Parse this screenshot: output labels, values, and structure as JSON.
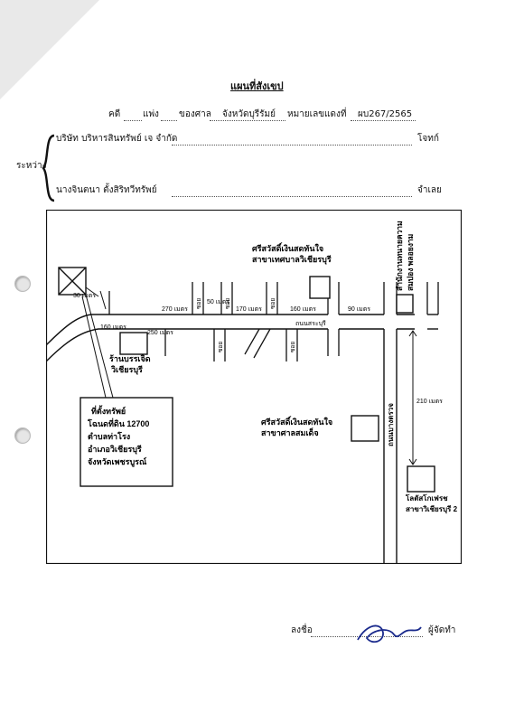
{
  "document": {
    "title": "แผนที่สังเขป",
    "case": {
      "prefix": "คดี",
      "case_type": "แพ่ง",
      "court_prefix": "ของศาล",
      "court": "จังหวัดบุรีรัมย์",
      "number_label": "หมายเลขแดงที่",
      "number": "ผบ267/2565"
    },
    "between_label": "ระหว่าง",
    "plaintiff": "บริษัท บริหารสินทรัพย์ เจ จำกัด",
    "plaintiff_role": "โจทก์",
    "defendant": "นางจินตนา ตั้งสิริทวีทรัพย์",
    "defendant_role": "จำเลย"
  },
  "map": {
    "labels": {
      "shop_left_line1": "ศรีสวัสดิ์เงินสดทันใจ",
      "shop_left_line2": "สาขาเทศบาลวิเชียรบุรี",
      "office_line1": "สำนักงานทนายความ",
      "office_line2": "สมปอง พลอยงาม",
      "store_line1": "ร้านบรรเจิด",
      "store_line2": "วิเชียรบุรี",
      "shop_mid_line1": "ศรีสวัสดิ์เงินสดทันใจ",
      "shop_mid_line2": "สาขาศาลสมเด็จ",
      "lotus_line1": "โลตัสโกเฟรช",
      "lotus_line2": "สาขาวิเชียรบุรี 2",
      "road_main": "ถนนสระบุรี",
      "road_vertical": "ถนนบางตรวจ",
      "soi": "ซอย",
      "unit": "เมตร"
    },
    "distances": {
      "d30": "30 เมตร",
      "d160a": "160 เมตร",
      "d250": "250 เมตร",
      "d270": "270 เมตร",
      "d50": "50 เมตร",
      "d170": "170 เมตร",
      "d160b": "160 เมตร",
      "d90": "90 เมตร",
      "d210": "210 เมตร"
    },
    "property_box": {
      "line1": "ที่ตั้งทรัพย์",
      "line2": "โฉนดที่ดิน 12700",
      "line3": "ตำบลท่าโรง",
      "line4": "อำเภอวิเชียรบุรี",
      "line5": "จังหวัดเพชรบูรณ์"
    }
  },
  "signature": {
    "label": "ลงชื่อ",
    "role": "ผู้จัดทำ"
  }
}
